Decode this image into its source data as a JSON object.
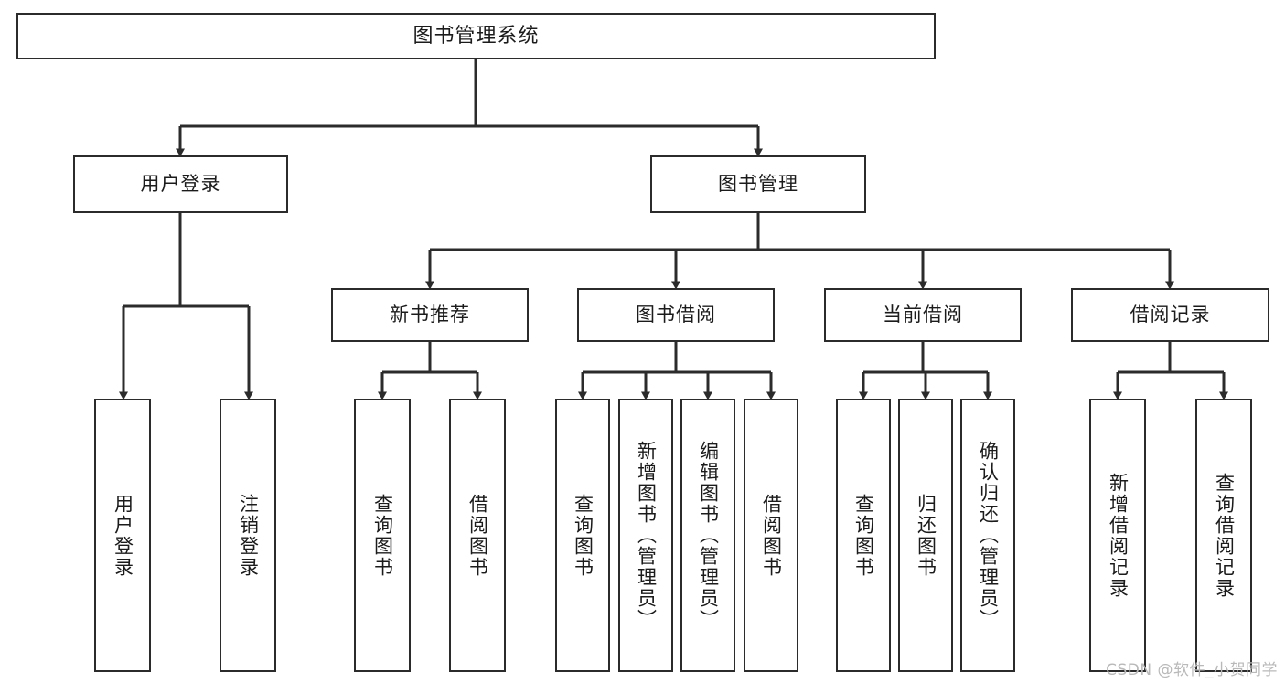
{
  "diagram": {
    "title": "图书管理系统",
    "type": "functional-structure-tree",
    "colors": {
      "box_border": "#2b2b2b",
      "box_fill": "#ffffff",
      "edge": "#2b2b2b",
      "background": "#ffffff",
      "watermark": "#b9b9b9"
    },
    "nodes": {
      "root": {
        "label": "图书管理系统"
      },
      "level2": [
        {
          "id": "user-login",
          "label": "用户登录"
        },
        {
          "id": "book-manage",
          "label": "图书管理"
        }
      ],
      "level3": [
        {
          "id": "new-book-recommend",
          "label": "新书推荐"
        },
        {
          "id": "book-borrow",
          "label": "图书借阅"
        },
        {
          "id": "current-borrow",
          "label": "当前借阅"
        },
        {
          "id": "borrow-record",
          "label": "借阅记录"
        }
      ],
      "leaves": {
        "user-login": [
          {
            "id": "leaf-user-login",
            "label": "用户登录"
          },
          {
            "id": "leaf-user-logout",
            "label": "注销登录"
          }
        ],
        "new-book-recommend": [
          {
            "id": "leaf-query-book-1",
            "label": "查询图书"
          },
          {
            "id": "leaf-borrow-book-1",
            "label": "借阅图书"
          }
        ],
        "book-borrow": [
          {
            "id": "leaf-query-book-2",
            "label": "查询图书"
          },
          {
            "id": "leaf-add-book",
            "label": "新增图书（管理员）"
          },
          {
            "id": "leaf-edit-book",
            "label": "编辑图书（管理员）"
          },
          {
            "id": "leaf-borrow-book-2",
            "label": "借阅图书"
          }
        ],
        "current-borrow": [
          {
            "id": "leaf-query-book-3",
            "label": "查询图书"
          },
          {
            "id": "leaf-return-book",
            "label": "归还图书"
          },
          {
            "id": "leaf-confirm-return",
            "label": "确认归还（管理员）"
          }
        ],
        "borrow-record": [
          {
            "id": "leaf-add-record",
            "label": "新增借阅记录"
          },
          {
            "id": "leaf-query-record",
            "label": "查询借阅记录"
          }
        ]
      }
    },
    "watermark": "CSDN @软件_小贺同学"
  }
}
